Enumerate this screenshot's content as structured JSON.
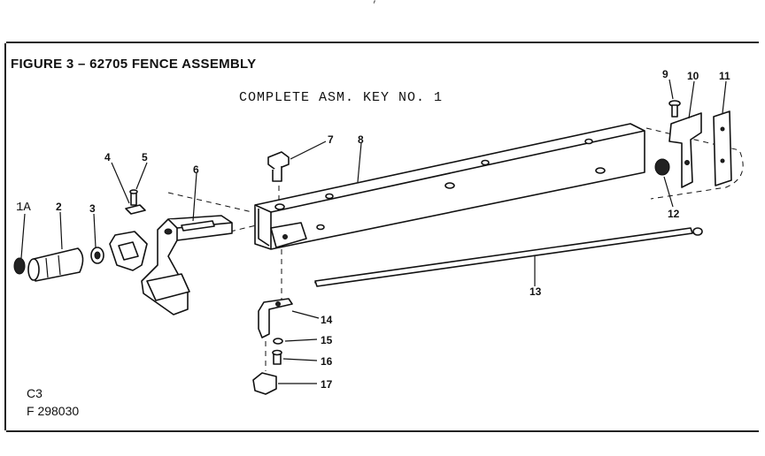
{
  "header_scrap": "—— ·,··· ·······  ·······",
  "title": "FIGURE 3 – 62705 FENCE ASSEMBLY",
  "subtitle": "COMPLETE ASM. KEY NO. 1",
  "codes": {
    "c3": "C3",
    "f_number": "F 298030"
  },
  "callouts": {
    "c1a": "1A",
    "c2": "2",
    "c3": "3",
    "c4": "4",
    "c5": "5",
    "c6": "6",
    "c7": "7",
    "c8": "8",
    "c9": "9",
    "c10": "10",
    "c11": "11",
    "c12": "12",
    "c13": "13",
    "c14": "14",
    "c15": "15",
    "c16": "16",
    "c17": "17"
  }
}
